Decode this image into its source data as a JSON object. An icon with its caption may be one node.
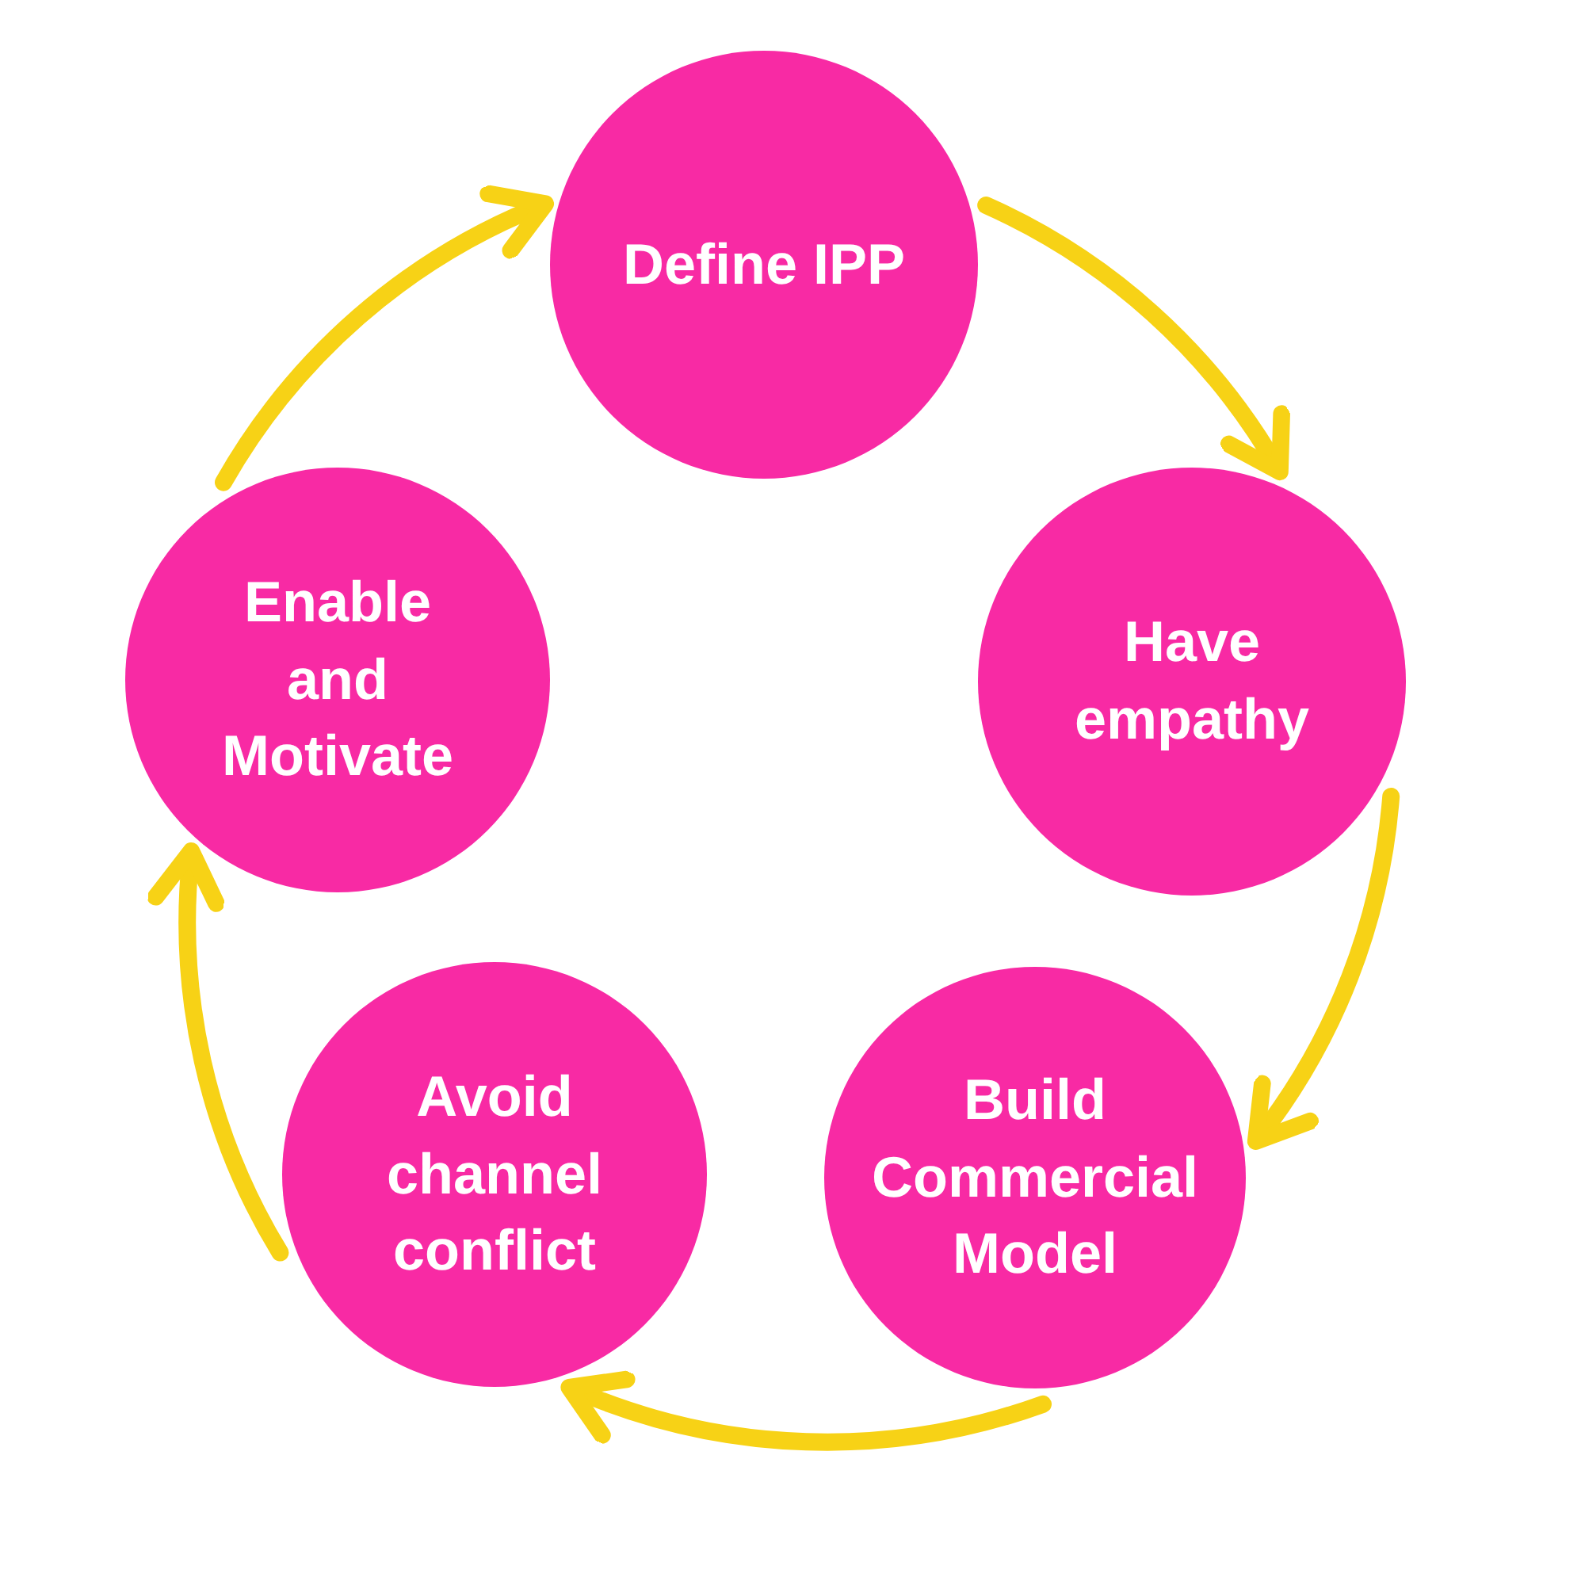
{
  "diagram": {
    "nodes": [
      {
        "text": [
          "Define IPP"
        ]
      },
      {
        "text": [
          "Have empathy"
        ]
      },
      {
        "text": [
          "Build Commercial Model"
        ]
      },
      {
        "text": [
          "Avoid channel conflict"
        ]
      },
      {
        "text": [
          "Enable and Motivate"
        ]
      }
    ],
    "edges": [
      {
        "from": 0,
        "to": 1,
        "arrow": "to"
      },
      {
        "from": 1,
        "to": 2,
        "arrow": "to"
      },
      {
        "from": 2,
        "to": 3,
        "arrow": "to"
      },
      {
        "from": 3,
        "to": 4,
        "arrow": "to"
      },
      {
        "from": 4,
        "to": 0,
        "arrow": "to"
      }
    ]
  }
}
